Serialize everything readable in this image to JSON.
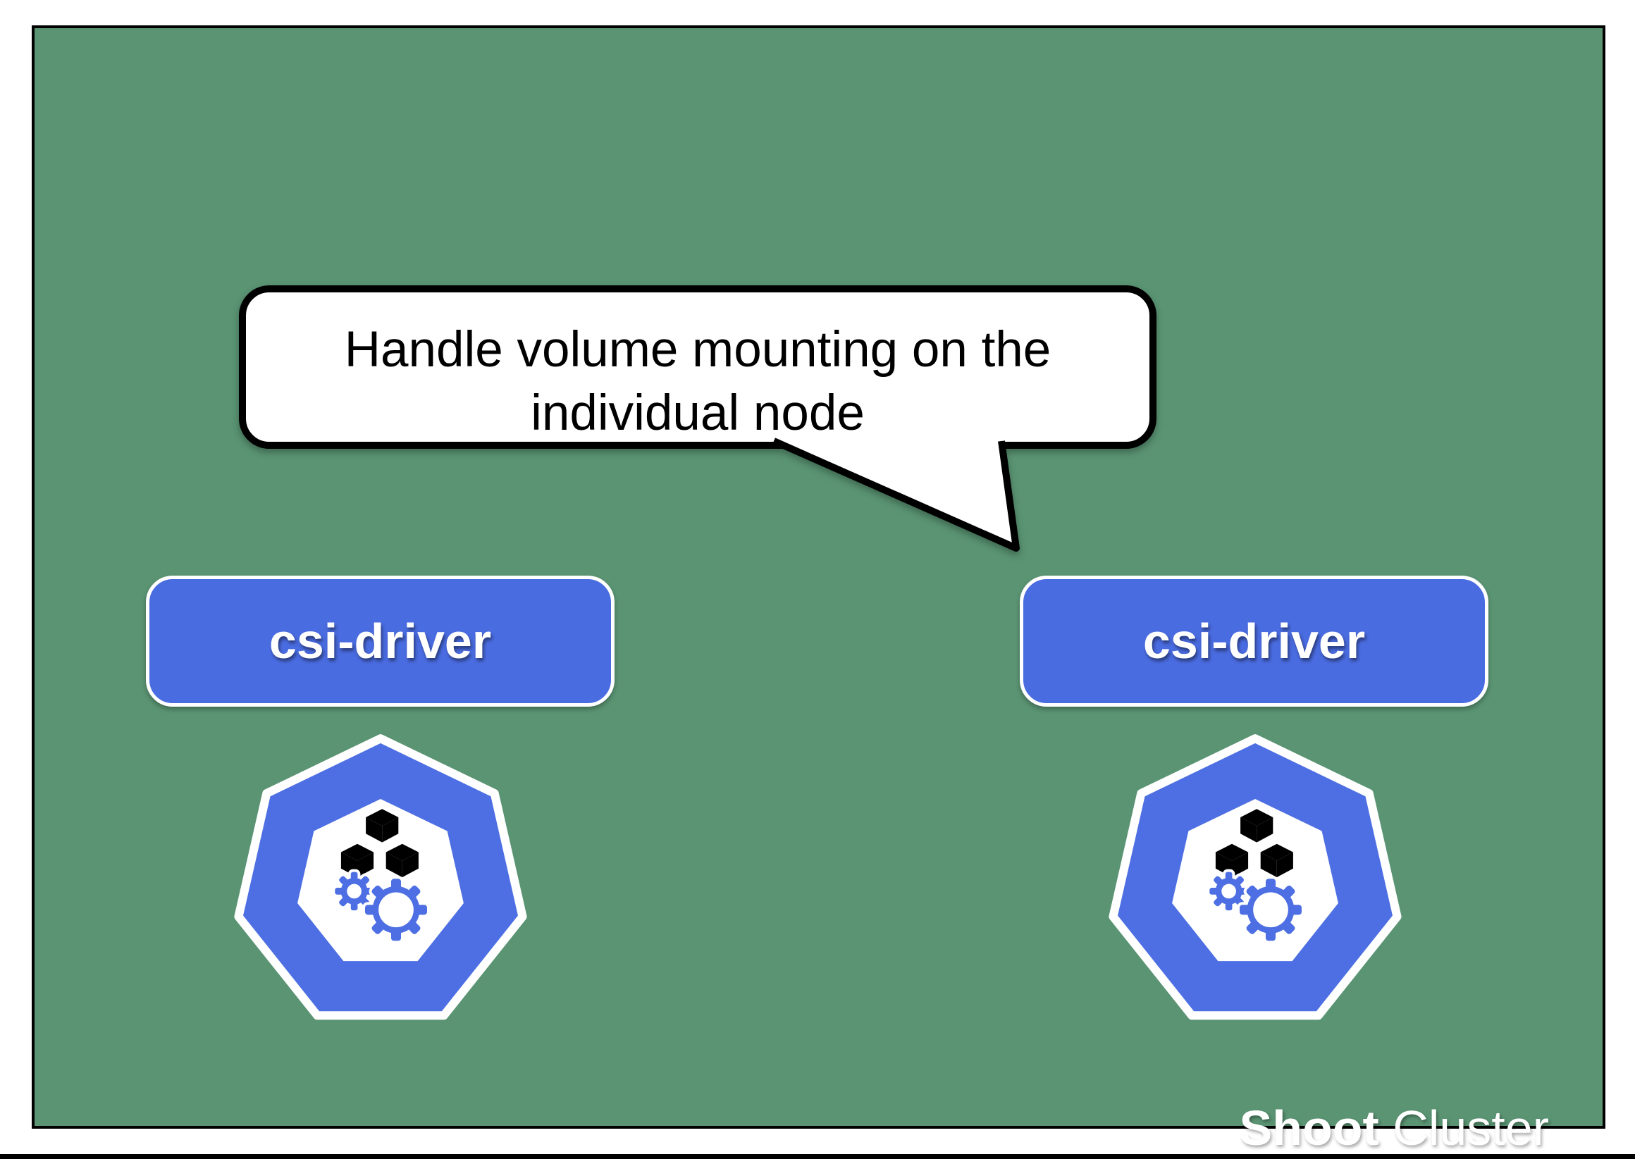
{
  "colors": {
    "page-bg": "#ffffff",
    "cluster-green": "#5A9473",
    "box-blue": "#4A6CE1",
    "icon-blue": "#4D6FE3",
    "outline-black": "#000000",
    "text-white": "#ffffff",
    "text-black": "#000000"
  },
  "callout": {
    "line1": "Handle volume mounting on the",
    "line2": "individual node"
  },
  "nodes": [
    {
      "label": "csi-driver",
      "icon": "kubernetes-icon"
    },
    {
      "label": "csi-driver",
      "icon": "kubernetes-icon"
    }
  ],
  "cluster": {
    "label_bold": "Shoot",
    "label_regular": " Cluster"
  }
}
